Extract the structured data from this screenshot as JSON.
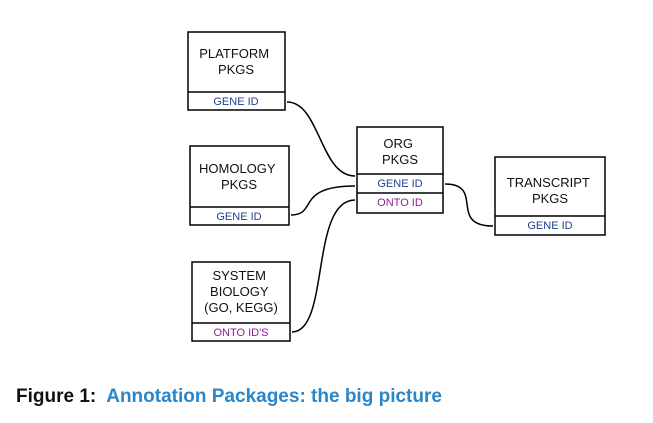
{
  "colors": {
    "gene_id": "#1f3f8f",
    "onto_id": "#8a1f8f",
    "caption_title": "#2a86c8"
  },
  "boxes": {
    "platform": {
      "title_lines": [
        "PLATFORM",
        "PKGS"
      ],
      "port": "GENE ID"
    },
    "homology": {
      "title_lines": [
        "HOMOLOGY",
        "PKGS"
      ],
      "port": "GENE ID"
    },
    "system": {
      "title_lines": [
        "SYSTEM",
        "BIOLOGY",
        "(GO, KEGG)"
      ],
      "port": "ONTO ID'S"
    },
    "org": {
      "title_lines": [
        "ORG",
        "PKGS"
      ],
      "ports": [
        "GENE ID",
        "ONTO ID"
      ]
    },
    "transcript": {
      "title_lines": [
        "TRANSCRIPT",
        "PKGS"
      ],
      "port": "GENE ID"
    }
  },
  "caption": {
    "label": "Figure 1:",
    "title": "Annotation Packages: the big picture"
  }
}
